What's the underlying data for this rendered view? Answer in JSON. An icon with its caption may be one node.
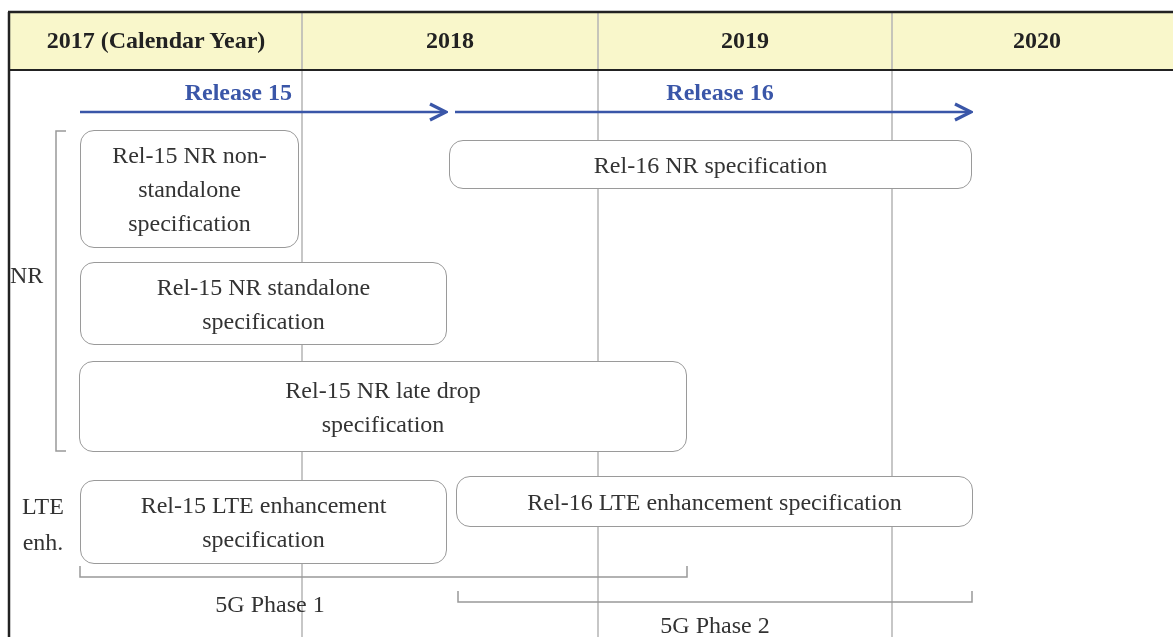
{
  "diagram": {
    "nodes": [
      {
        "text": [
          "Rel-15 NR non-standalone specification"
        ]
      },
      {
        "text": [
          "Rel-16 NR specification"
        ]
      },
      {
        "text": [
          "Rel-15 NR standalone specification"
        ]
      },
      {
        "text": [
          "Rel-15 NR late drop specification"
        ]
      },
      {
        "text": [
          "Rel-15 LTE enhancement specification"
        ]
      },
      {
        "text": [
          "Rel-16 LTE enhancement specification"
        ]
      }
    ],
    "edges": [],
    "labels": [
      "2017 (Calendar Year)",
      "2018",
      "2019",
      "2020",
      "Release 15",
      "Release 16",
      "NR",
      "LTE enh.",
      "5G Phase 1",
      "5G Phase 2"
    ]
  }
}
